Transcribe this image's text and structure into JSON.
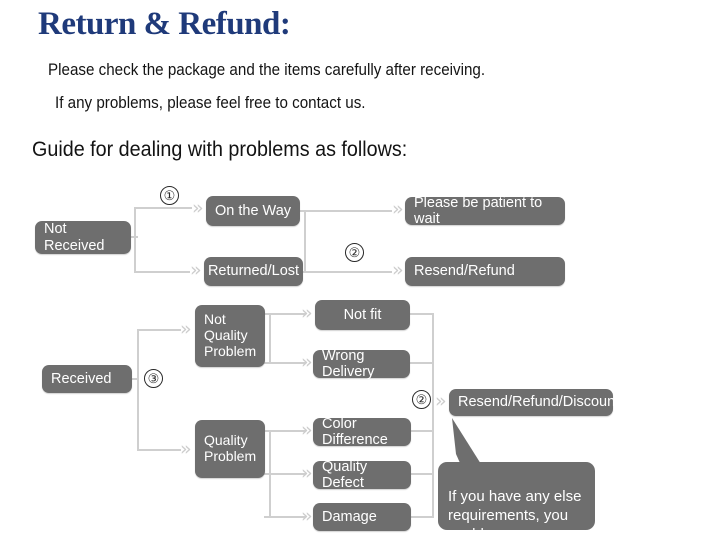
{
  "header": {
    "title": "Return & Refund:",
    "line1": "Please check the package and the items carefully after receiving.",
    "line2": "If any problems, please feel free to contact us.",
    "guide": "Guide for dealing with problems as follows:"
  },
  "colors": {
    "title": "#1F3A7A",
    "node_fill": "#6E6E6E",
    "node_text": "#FFFFFF",
    "connector": "#CFCFCF",
    "arrow": "#CDCDCD",
    "background": "#FFFFFF"
  },
  "steps": {
    "one": "①",
    "two": "②",
    "two_b": "②",
    "three": "③"
  },
  "icons": {
    "arrow": "»"
  },
  "flow": {
    "not_received": "Not Received",
    "on_the_way": "On the Way",
    "returned_lost": "Returned/Lost",
    "please_be_patient": "Please be patient to wait",
    "resend_refund": "Resend/Refund",
    "received": "Received",
    "not_quality_problem": "Not\nQuality\nProblem",
    "quality_problem": "Quality\nProblem",
    "not_fit": "Not fit",
    "wrong_delivery": "Wrong Delivery",
    "color_difference": "Color Difference",
    "quality_defect": "Quality Defect",
    "damage": "Damage",
    "resend_refund_discount": "Resend/Refund/Discount"
  },
  "callout": {
    "text": "If you have any else\nrequirements, you could\nalso tell us!"
  }
}
